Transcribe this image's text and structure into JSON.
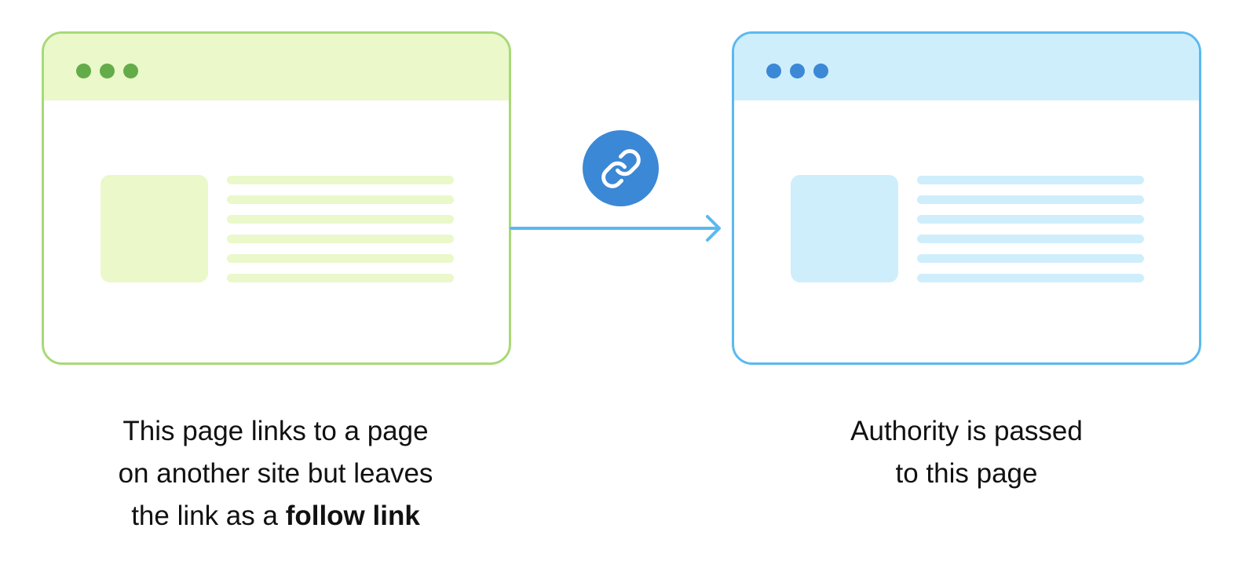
{
  "source_page": {
    "caption_line1": "This page links to a page",
    "caption_line2": "on another site but leaves",
    "caption_line3_prefix": "the link as a ",
    "caption_line3_bold": "follow link",
    "colors": {
      "border": "#a8d977",
      "fill": "#eaf8ca",
      "dots": "#64ab4a"
    }
  },
  "target_page": {
    "caption_line1": "Authority is passed",
    "caption_line2": "to this page",
    "colors": {
      "border": "#5ab9ef",
      "fill": "#cfeefc",
      "dots": "#3b88d6"
    }
  },
  "connector": {
    "icon": "link-icon",
    "arrow_color": "#5ab9ef",
    "badge_color": "#3b88d6"
  }
}
